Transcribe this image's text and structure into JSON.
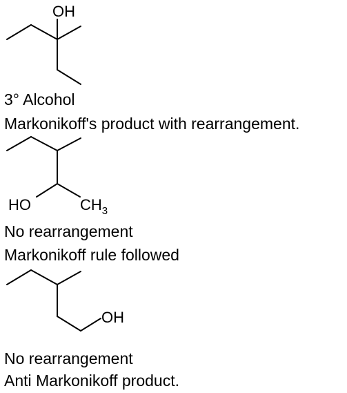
{
  "molecules": [
    {
      "id": "3-methyl-3-pentanol",
      "labels": {
        "oh": "OH"
      },
      "captions": [
        "3° Alcohol",
        "Markonikoff's product with rearrangement."
      ]
    },
    {
      "id": "3-methyl-2-pentanol",
      "labels": {
        "ho": "HO",
        "ch": "CH",
        "ch_sub": "3"
      },
      "captions": [
        "No rearrangement",
        "Markonikoff rule followed"
      ]
    },
    {
      "id": "3-methyl-1-pentanol",
      "labels": {
        "oh": "OH"
      },
      "captions": [
        "No rearrangement",
        "Anti Markonikoff  product."
      ]
    }
  ]
}
